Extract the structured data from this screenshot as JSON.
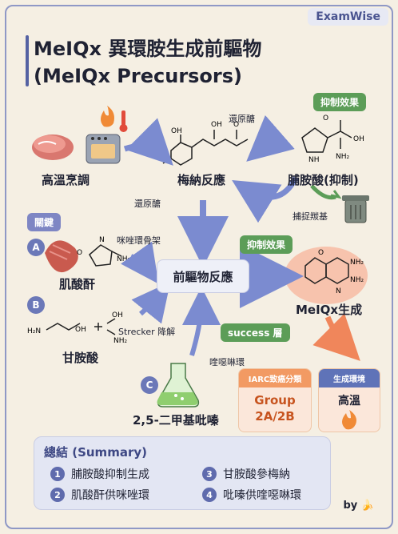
{
  "brand": "ExamWise",
  "title": {
    "line1": "MeIQx 異環胺生成前驅物",
    "line2": "(MeIQx Precursors)"
  },
  "nodes": {
    "cooking": "高溫烹調",
    "maillard": "梅納反應",
    "proline": "脯胺酸(抑制)",
    "creatinine": "肌酸酐",
    "glycine": "甘胺酸",
    "dimethylpyrazine": "2,5-二甲基吡嗪",
    "precursor_reaction": "前驅物反應",
    "meiqx_formation": "MeIQx生成"
  },
  "labels": {
    "reducing_sugar_top": "還原醣",
    "reducing_sugar_left": "還原醣",
    "capture_carbonyl": "捕捉羰基",
    "imidazole_skeleton": "咪唑環骨架",
    "strecker": "Strecker 降解",
    "quinoxaline": "喹噁啉環"
  },
  "tags": {
    "inhibition_top": "抑制效果",
    "key": "關鍵",
    "inhibition_mid": "抑制效果",
    "success": "success 層"
  },
  "markers": [
    "A",
    "B",
    "C"
  ],
  "iarc": {
    "header": "IARC致癌分類",
    "value_line1": "Group",
    "value_line2": "2A/2B"
  },
  "env": {
    "header": "生成環境",
    "value": "高溫"
  },
  "summary": {
    "title": "總結 (Summary)",
    "items": [
      {
        "num": "1",
        "text": "脯胺酸抑制生成"
      },
      {
        "num": "2",
        "text": "肌酸酐供咪唑環"
      },
      {
        "num": "3",
        "text": "甘胺酸參梅納"
      },
      {
        "num": "4",
        "text": "吡嗪供喹噁啉環"
      }
    ]
  },
  "chem_labels": {
    "oh": "OH",
    "nh2": "NH₂",
    "nh": "NH",
    "n": "N",
    "o": "O",
    "h2n": "H₂N"
  },
  "by": "by 🍌",
  "colors": {
    "accent": "#5f73b8",
    "arrow": "#7b8bd0",
    "green": "#5c9d58",
    "orange": "#f29a63"
  }
}
